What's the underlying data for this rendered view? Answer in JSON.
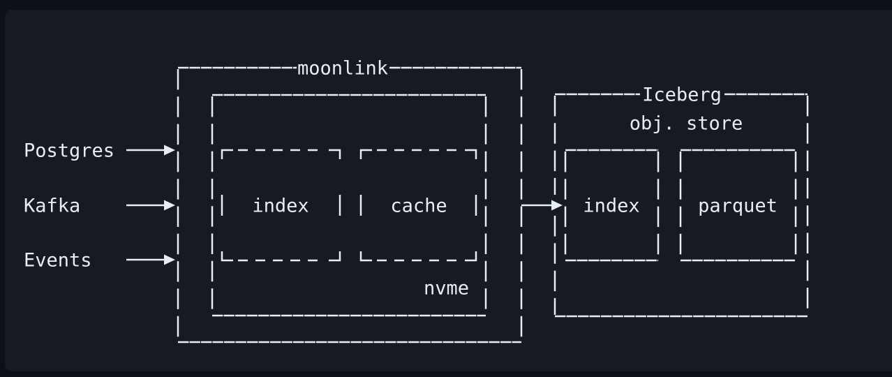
{
  "colors": {
    "background": "#0d1117",
    "panel": "#161b22",
    "foreground": "#e6edf3"
  },
  "sources": [
    {
      "label": "Postgres"
    },
    {
      "label": "Kafka"
    },
    {
      "label": "Events"
    }
  ],
  "moonlink": {
    "title": "moonlink",
    "storage_label": "nvme",
    "components": [
      {
        "label": "index"
      },
      {
        "label": "cache"
      }
    ]
  },
  "iceberg": {
    "title": "Iceberg",
    "subtitle": "obj. store",
    "components": [
      {
        "label": "index"
      },
      {
        "label": "parquet"
      }
    ]
  }
}
